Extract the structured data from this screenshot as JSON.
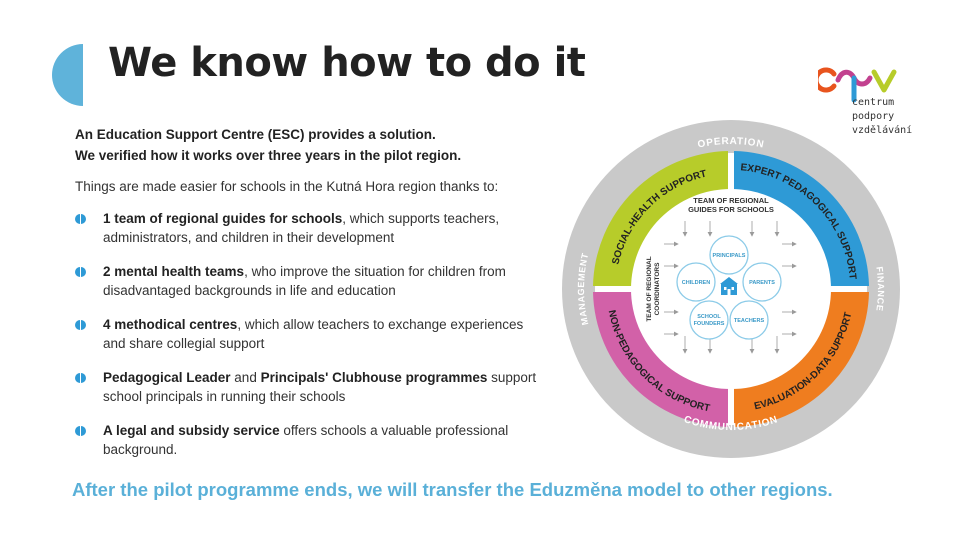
{
  "title": "We know how to do it",
  "logo": {
    "lines": [
      "centrum",
      "podpory",
      "vzdělávání"
    ]
  },
  "intro": {
    "line1": "An Education Support Centre (ESC) provides a solution.",
    "line2": "We verified how it works over three years in the pilot region."
  },
  "lead": "Things are made easier for schools in the Kutná Hora region thanks to:",
  "items": [
    {
      "bold": "1 team of regional guides for schools",
      "rest": ", which supports teachers, administrators, and children in their development"
    },
    {
      "bold": "2 mental health teams",
      "rest": ", who improve the situation for children from disadvantaged backgrounds in life and education"
    },
    {
      "bold": "4 methodical centres",
      "rest": ", which allow teachers to exchange experiences and share  collegial support"
    },
    {
      "bold": "Pedagogical Leader",
      "mid": " and ",
      "bold2": "Principals' Clubhouse programmes",
      "rest": " support school principals in running their schools"
    },
    {
      "bold": "A legal and subsidy service",
      "rest": " offers schools a valuable professional background."
    }
  ],
  "footer": "After the pilot programme ends, we will transfer the Eduzměna model to other regions.",
  "diagram": {
    "outer": {
      "top": "OPERATION",
      "right": "FINANCE",
      "bottom": "COMMUNICATION",
      "left": "MANAGEMENT"
    },
    "quadrants": {
      "top_left": "SOCIAL-HEALTH SUPPORT",
      "top_right": "EXPERT PEDAGOGICAL SUPPORT",
      "bottom_right": "EVALUATION-DATA SUPPORT",
      "bottom_left": "NON-PEDAGOGICAL SUPPORT"
    },
    "team_title": [
      "TEAM OF REGIONAL",
      "GUIDES FOR SCHOOLS"
    ],
    "coordinators": [
      "TEAM OF REGIONAL",
      "COORDINATORS"
    ],
    "circles": {
      "principals": "PRINCIPALS",
      "children": "CHILDREN",
      "parents": "PARENTS",
      "founders": [
        "SCHOOL",
        "FOUNDERS"
      ],
      "teachers": "TEACHERS"
    }
  },
  "colors": {
    "accent_blue": "#5ab0d8",
    "green": "#b7cc2a",
    "blue": "#2e9ad6",
    "orange": "#ef7d1f",
    "pink": "#d261a8",
    "grey": "#c9c9c9"
  }
}
